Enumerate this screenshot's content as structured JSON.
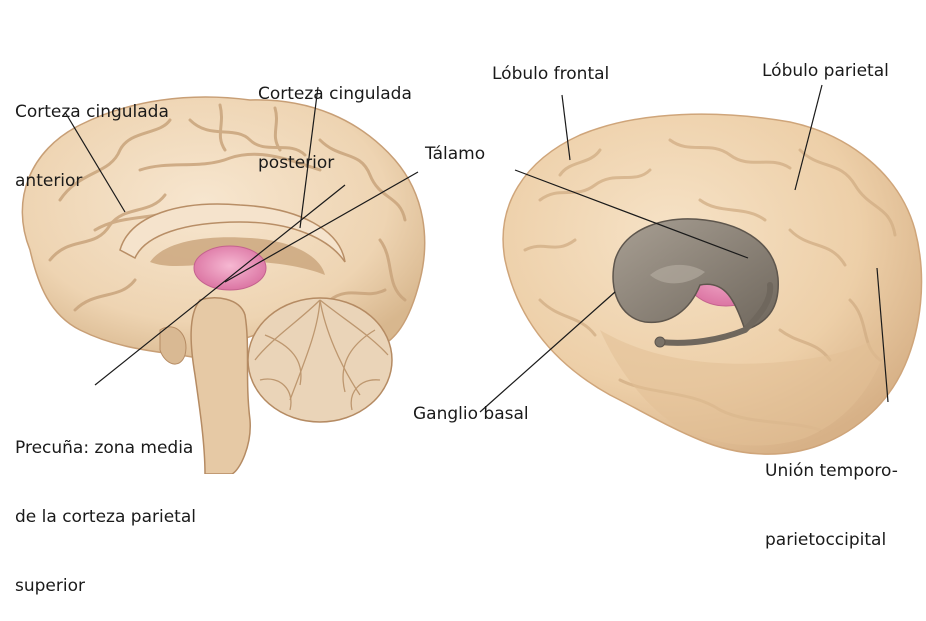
{
  "labels": {
    "corteza_cingulada_anterior": [
      "Corteza cingulada",
      "anterior"
    ],
    "corteza_cingulada_posterior": [
      "Corteza cingulada",
      "posterior"
    ],
    "talamo": "Tálamo",
    "lobulo_frontal": "Lóbulo frontal",
    "lobulo_parietal": "Lóbulo parietal",
    "precuna": [
      "Precuña: zona media",
      "de la corteza parietal",
      "superior"
    ],
    "ganglio_basal": "Ganglio basal",
    "union_temporo": [
      "Unión temporo-",
      "parietoccipital"
    ]
  },
  "colors": {
    "brain_base": "#f2dcc0",
    "brain_shadow": "#d9bd98",
    "brain_fold": "#c9a47c",
    "thalamus": "#e98fb6",
    "basal_ganglia": "#8e857a",
    "cerebellum": "#e8d2b6",
    "leader_line": "#1a1a1a"
  }
}
